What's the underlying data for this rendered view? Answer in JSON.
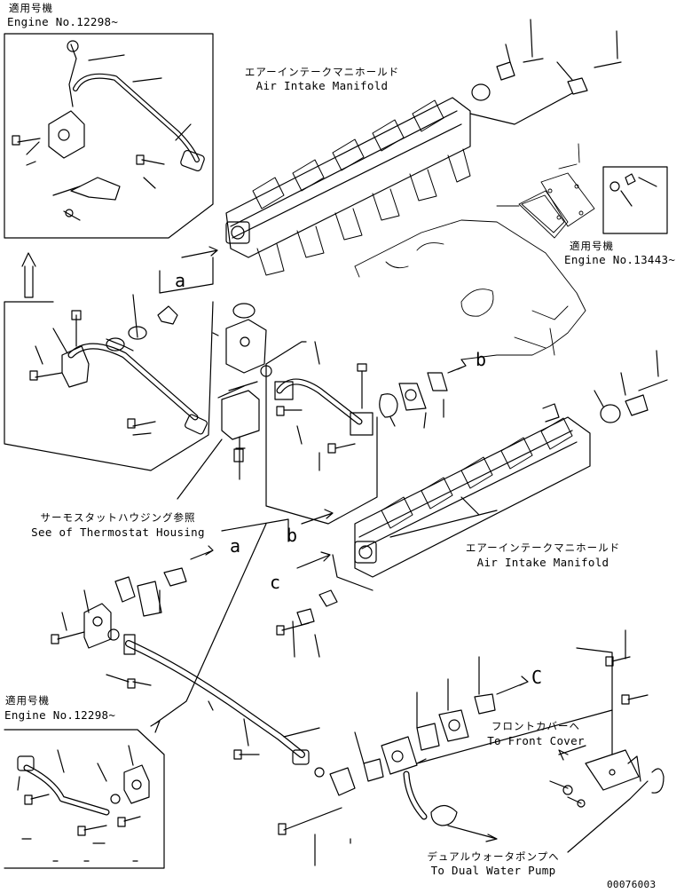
{
  "labels": {
    "applicable_jp": "適用号機",
    "engine_12298": "Engine No.12298~",
    "engine_12298_b": "Engine No.12298~",
    "engine_13443": "Engine No.13443~",
    "air_intake_jp": "エアーインテークマニホールド",
    "air_intake_en": "Air Intake Manifold",
    "thermostat_jp": "サーモスタットハウジング参照",
    "thermostat_en": "See of Thermostat Housing",
    "front_cover_jp": "フロントカバーヘ",
    "front_cover_en": "To Front Cover",
    "dual_pump_jp": "デュアルウォータポンプヘ",
    "dual_pump_en": "To Dual Water Pump",
    "ref_a": "a",
    "ref_b": "b",
    "ref_c": "c",
    "ref_C_upper": "C",
    "drawing_no": "00076003"
  }
}
